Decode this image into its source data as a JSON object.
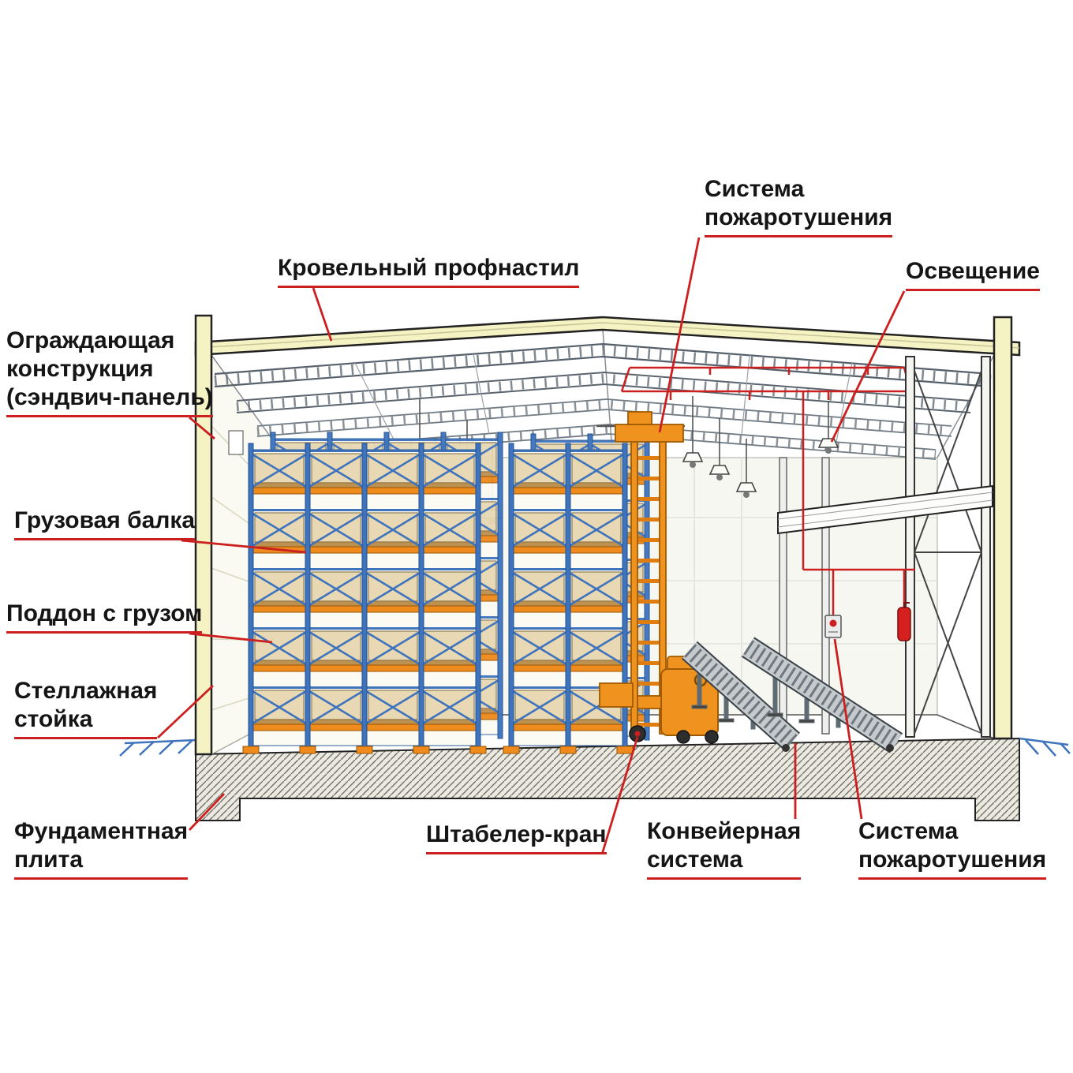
{
  "colors": {
    "leader_red": "#cc2020",
    "sandwich_panel_wall": "#f5f2c4",
    "rack_blue": "#3f74bd",
    "beam_orange": "#ef8a1d",
    "pallet_box_tan": "#e8d9b4",
    "crane_orange": "#f0931e",
    "extinguisher_red": "#d61f1f",
    "text": "#151515"
  },
  "labels": {
    "roofing": {
      "lines": [
        "Кровельный профнастил"
      ]
    },
    "fire_suppression_top": {
      "lines": [
        "Система",
        "пожаротушения"
      ]
    },
    "lighting": {
      "lines": [
        "Освещение"
      ]
    },
    "envelope": {
      "lines": [
        "Ограждающая",
        "конструкция",
        "(сэндвич-панель)"
      ]
    },
    "load_beam": {
      "lines": [
        "Грузовая балка"
      ]
    },
    "pallet_with_load": {
      "lines": [
        "Поддон с грузом"
      ]
    },
    "rack_upright": {
      "lines": [
        "Стеллажная",
        "стойка"
      ]
    },
    "foundation_slab": {
      "lines": [
        "Фундаментная",
        "плита"
      ]
    },
    "stacker_crane": {
      "lines": [
        "Штабелер-кран"
      ]
    },
    "conveyor_system": {
      "lines": [
        "Конвейерная",
        "система"
      ]
    },
    "fire_suppression_bottom": {
      "lines": [
        "Система",
        "пожаротушения"
      ]
    }
  }
}
